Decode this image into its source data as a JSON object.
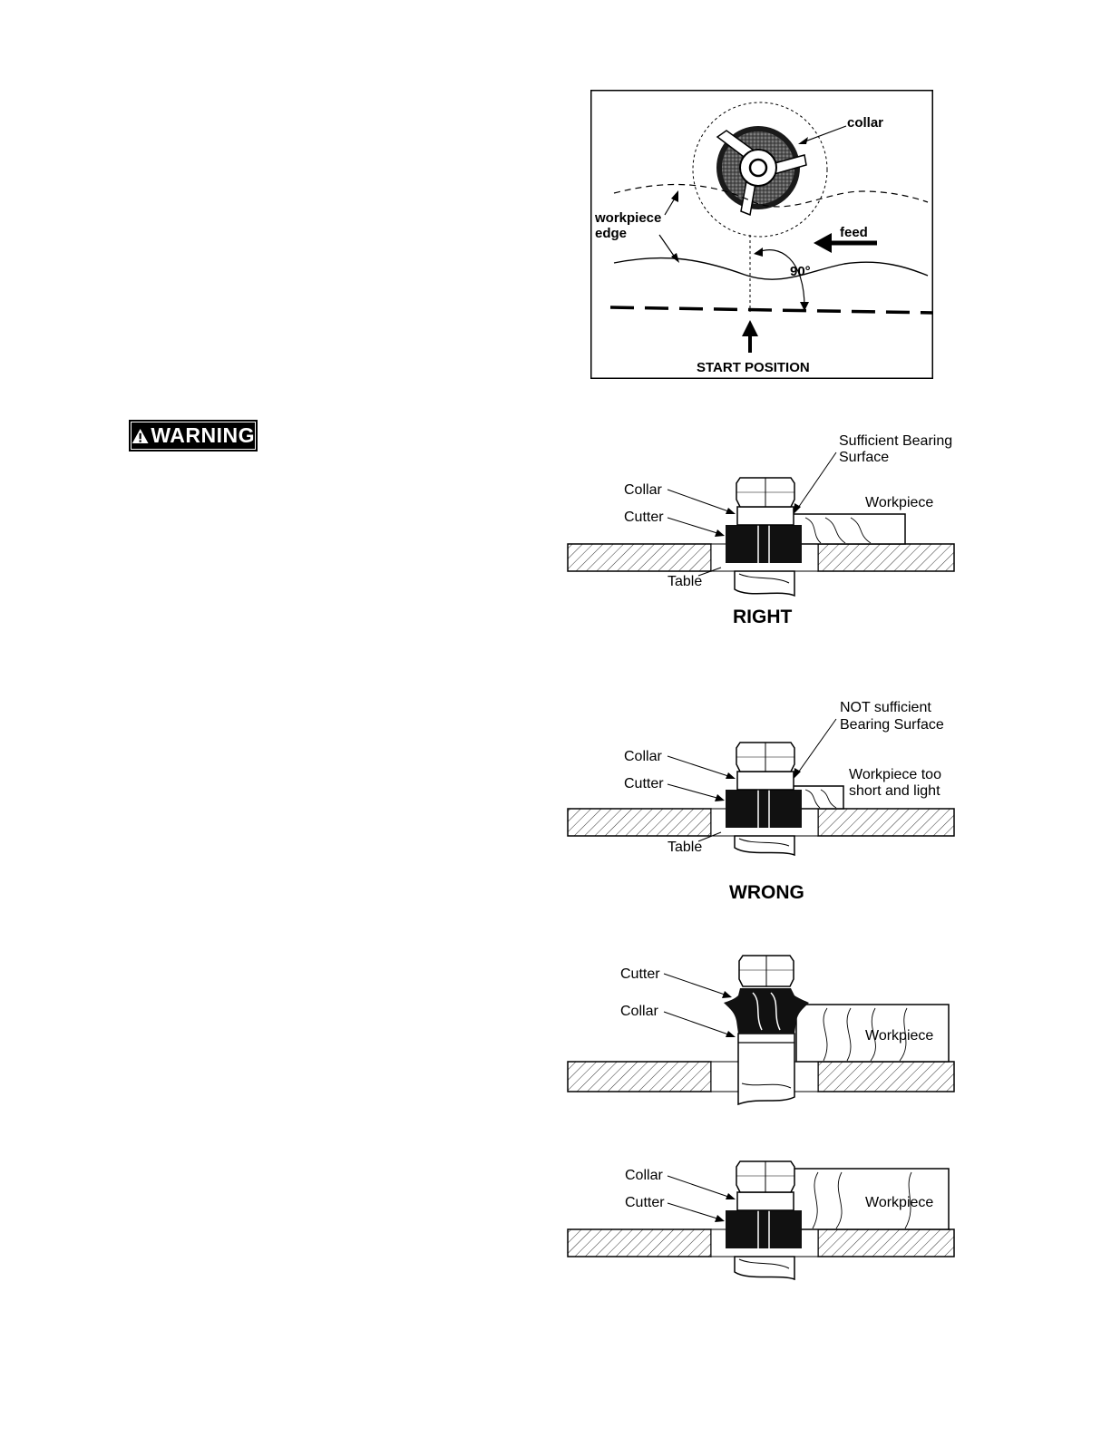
{
  "warning": {
    "label": "WARNING"
  },
  "figure_start": {
    "collar": "collar",
    "workpiece_edge_1": "workpiece",
    "workpiece_edge_2": "edge",
    "feed": "feed",
    "angle": "90°",
    "start_position": "START POSITION"
  },
  "figure_right": {
    "bearing_1": "Sufficient Bearing",
    "bearing_2": "Surface",
    "collar": "Collar",
    "cutter": "Cutter",
    "workpiece": "Workpiece",
    "table": "Table",
    "caption": "RIGHT"
  },
  "figure_wrong": {
    "bearing_1": "NOT sufficient",
    "bearing_2": "Bearing Surface",
    "collar": "Collar",
    "cutter": "Cutter",
    "workpiece_1": "Workpiece too",
    "workpiece_2": "short and light",
    "table": "Table",
    "caption": "WRONG"
  },
  "figure_collar_below": {
    "cutter": "Cutter",
    "collar": "Collar",
    "workpiece": "Workpiece"
  },
  "figure_collar_above": {
    "collar": "Collar",
    "cutter": "Cutter",
    "workpiece": "Workpiece"
  }
}
